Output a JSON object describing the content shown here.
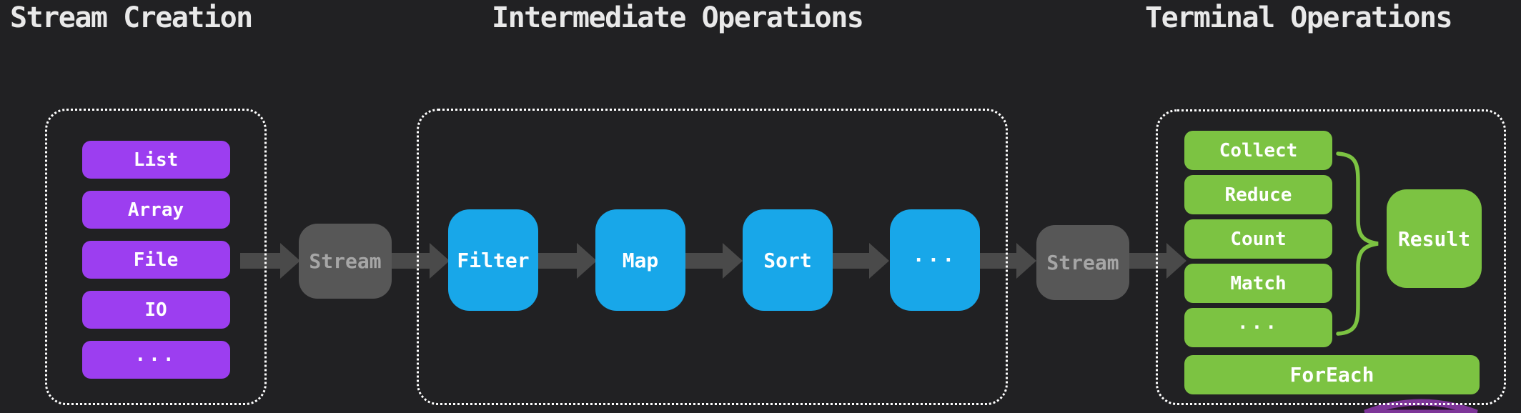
{
  "titles": {
    "creation": "Stream Creation",
    "intermediate": "Intermediate Operations",
    "terminal": "Terminal Operations"
  },
  "creation_sources": {
    "items": [
      {
        "label": "List"
      },
      {
        "label": "Array"
      },
      {
        "label": "File"
      },
      {
        "label": "IO"
      },
      {
        "label": "..."
      }
    ]
  },
  "stream_labels": {
    "left": "Stream",
    "right": "Stream"
  },
  "intermediate_ops": {
    "items": [
      {
        "label": "Filter"
      },
      {
        "label": "Map"
      },
      {
        "label": "Sort"
      },
      {
        "label": "..."
      }
    ]
  },
  "terminal_ops": {
    "items": [
      {
        "label": "Collect"
      },
      {
        "label": "Reduce"
      },
      {
        "label": "Count"
      },
      {
        "label": "Match"
      },
      {
        "label": "..."
      }
    ],
    "foreach_label": "ForEach",
    "result_label": "Result"
  },
  "colors": {
    "background": "#212123",
    "purple_node": "#9c3ef0",
    "blue_node": "#18a7e9",
    "green_node": "#7cc342",
    "stream_node": "#575757",
    "stream_text": "#a6a6a6",
    "arrow": "#4a4a4a",
    "dotted_border": "#ffffff",
    "title_text": "#e9e9e9",
    "purple_arc": "#7d3598"
  }
}
